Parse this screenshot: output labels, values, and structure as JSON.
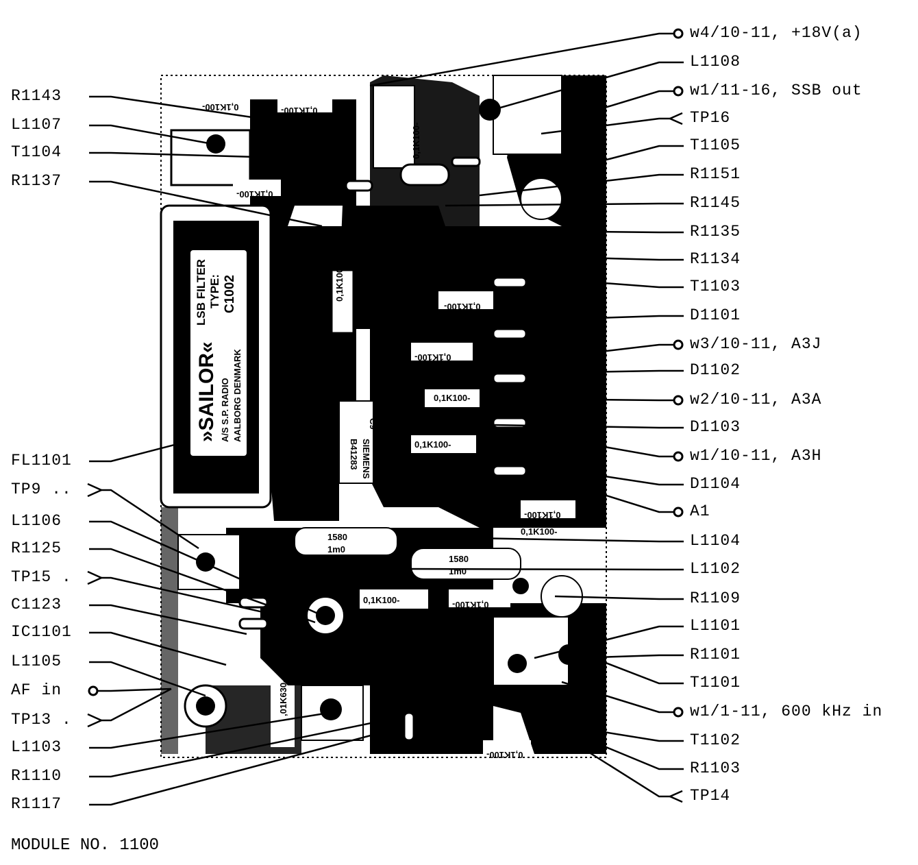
{
  "diagram": {
    "title": "MODULE NO. 1100",
    "board": {
      "filter": {
        "brand": "»SAILOR«",
        "maker_line1": "A/S S.P. RADIO",
        "maker_line2": "AALBORG DENMARK",
        "type_line1": "LSB FILTER",
        "type_line2": "TYPE:",
        "type_line3": "C1002"
      },
      "component_marks": [
        "0,1K100-",
        "0,1K100-",
        "0,1K100-",
        "0,1K100-",
        "0,1K100-",
        "0,1K100-",
        "0,1K100-",
        "0,1K100-",
        "0,1K100-",
        "0,1K100-",
        "0,1K100-",
        "0,1K100-",
        "0,1K100-",
        "0,1K100-",
        ",01K630-",
        "1580",
        "1m0",
        "1580",
        "1m0",
        "SIEMENS",
        "B41283",
        "C9"
      ]
    },
    "left_labels": [
      {
        "text": "R1143",
        "terminal": "none"
      },
      {
        "text": "L1107",
        "terminal": "none"
      },
      {
        "text": "T1104",
        "terminal": "none"
      },
      {
        "text": "R1137",
        "terminal": "none"
      },
      {
        "text": "FL1101",
        "terminal": "none"
      },
      {
        "text": "TP9 ..",
        "terminal": "test-point"
      },
      {
        "text": "L1106",
        "terminal": "none"
      },
      {
        "text": "R1125",
        "terminal": "none"
      },
      {
        "text": "TP15 .",
        "terminal": "test-point"
      },
      {
        "text": "C1123",
        "terminal": "none"
      },
      {
        "text": "IC1101",
        "terminal": "none"
      },
      {
        "text": "L1105",
        "terminal": "none"
      },
      {
        "text": "AF in",
        "terminal": "connector"
      },
      {
        "text": "TP13 .",
        "terminal": "test-point"
      },
      {
        "text": "L1103",
        "terminal": "none"
      },
      {
        "text": "R1110",
        "terminal": "none"
      },
      {
        "text": "R1117",
        "terminal": "none"
      }
    ],
    "right_labels": [
      {
        "text": "w4/10-11, +18V(a)",
        "terminal": "connector"
      },
      {
        "text": "L1108",
        "terminal": "none"
      },
      {
        "text": "w1/11-16, SSB out",
        "terminal": "connector"
      },
      {
        "text": "TP16",
        "terminal": "test-point"
      },
      {
        "text": "T1105",
        "terminal": "none"
      },
      {
        "text": "R1151",
        "terminal": "none"
      },
      {
        "text": "R1145",
        "terminal": "none"
      },
      {
        "text": "R1135",
        "terminal": "none"
      },
      {
        "text": "R1134",
        "terminal": "none"
      },
      {
        "text": "T1103",
        "terminal": "none"
      },
      {
        "text": "D1101",
        "terminal": "none"
      },
      {
        "text": "w3/10-11, A3J",
        "terminal": "connector"
      },
      {
        "text": "D1102",
        "terminal": "none"
      },
      {
        "text": "w2/10-11, A3A",
        "terminal": "connector"
      },
      {
        "text": "D1103",
        "terminal": "none"
      },
      {
        "text": "w1/10-11, A3H",
        "terminal": "connector"
      },
      {
        "text": "D1104",
        "terminal": "none"
      },
      {
        "text": "A1",
        "terminal": "connector"
      },
      {
        "text": "L1104",
        "terminal": "none"
      },
      {
        "text": "L1102",
        "terminal": "none"
      },
      {
        "text": "R1109",
        "terminal": "none"
      },
      {
        "text": "L1101",
        "terminal": "none"
      },
      {
        "text": "R1101",
        "terminal": "none"
      },
      {
        "text": "T1101",
        "terminal": "none"
      },
      {
        "text": "w1/1-11, 600 kHz in",
        "terminal": "connector"
      },
      {
        "text": "T1102",
        "terminal": "none"
      },
      {
        "text": "R1103",
        "terminal": "none"
      },
      {
        "text": "TP14",
        "terminal": "test-point"
      }
    ]
  }
}
